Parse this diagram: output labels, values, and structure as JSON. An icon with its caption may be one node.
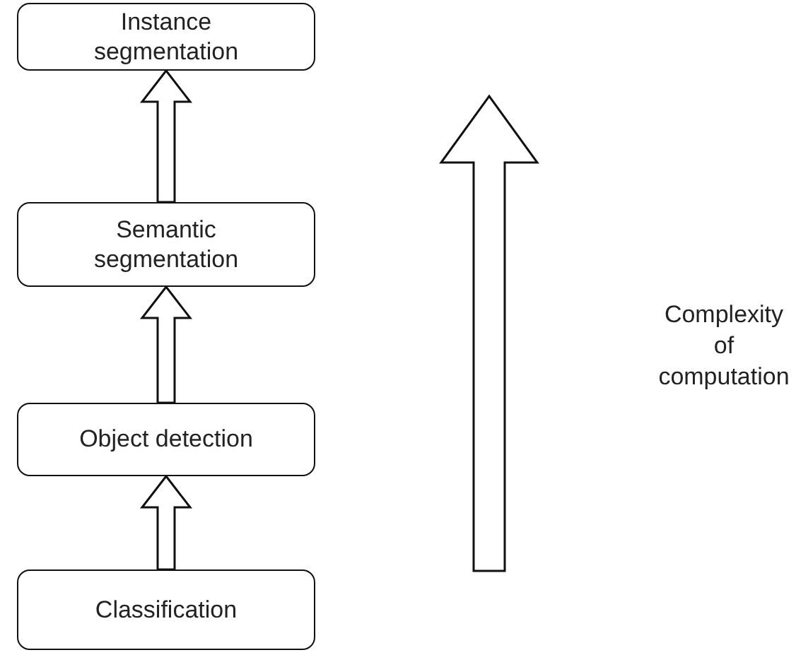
{
  "diagram": {
    "nodes": [
      {
        "text": [
          "Instance segmentation"
        ]
      },
      {
        "text": [
          "Semantic segmentation"
        ]
      },
      {
        "text": [
          "Object detection"
        ]
      },
      {
        "text": [
          "Classification"
        ]
      }
    ],
    "edges": [
      {
        "from": 3,
        "to": 2,
        "arrow": "to"
      },
      {
        "from": 2,
        "to": 1,
        "arrow": "to"
      },
      {
        "from": 1,
        "to": 0,
        "arrow": "to"
      }
    ],
    "labels": [
      "Complexity of computation"
    ]
  }
}
